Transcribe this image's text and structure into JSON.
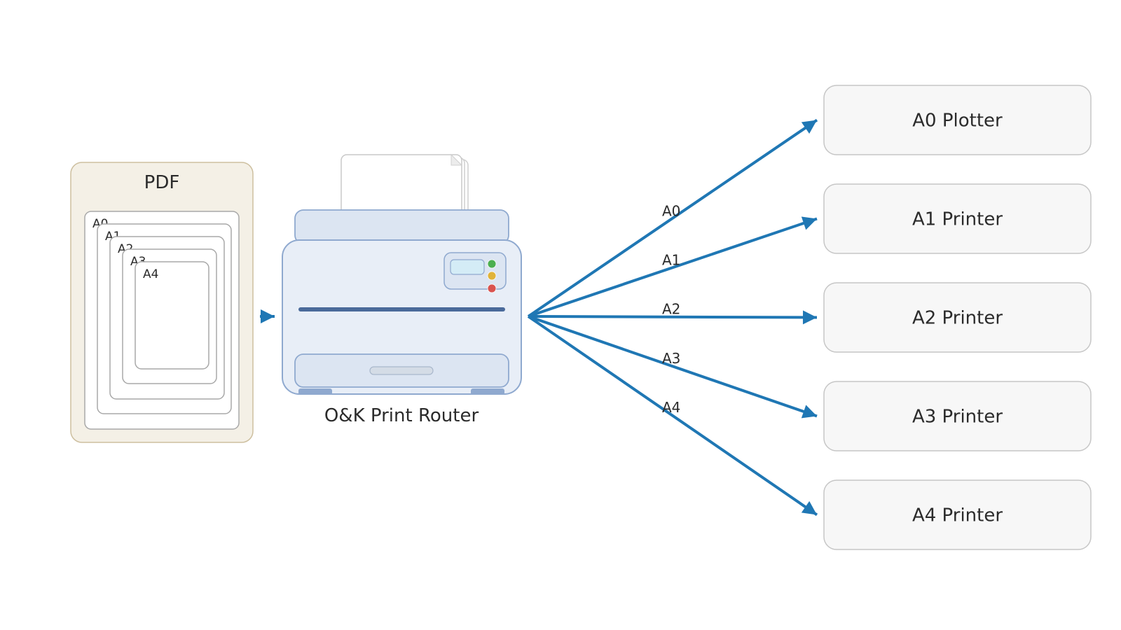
{
  "source": {
    "title": "PDF",
    "pages": [
      "A0",
      "A1",
      "A2",
      "A3",
      "A4"
    ]
  },
  "router": {
    "label": "O&K Print Router",
    "lights": [
      "#4caf50",
      "#e0b33a",
      "#d9534f"
    ]
  },
  "routes": [
    {
      "label": "A0",
      "target": "A0 Plotter"
    },
    {
      "label": "A1",
      "target": "A1 Printer"
    },
    {
      "label": "A2",
      "target": "A2 Printer"
    },
    {
      "label": "A3",
      "target": "A3 Printer"
    },
    {
      "label": "A4",
      "target": "A4 Printer"
    }
  ],
  "colors": {
    "arrow": "#1f77b4",
    "pdf_fill": "#f4f0e6",
    "pdf_border": "#cdbf9f",
    "printer_body": "#e8eef7",
    "printer_border": "#8fa9cf",
    "target_fill": "#f7f7f7",
    "target_border": "#c6c6c6"
  }
}
